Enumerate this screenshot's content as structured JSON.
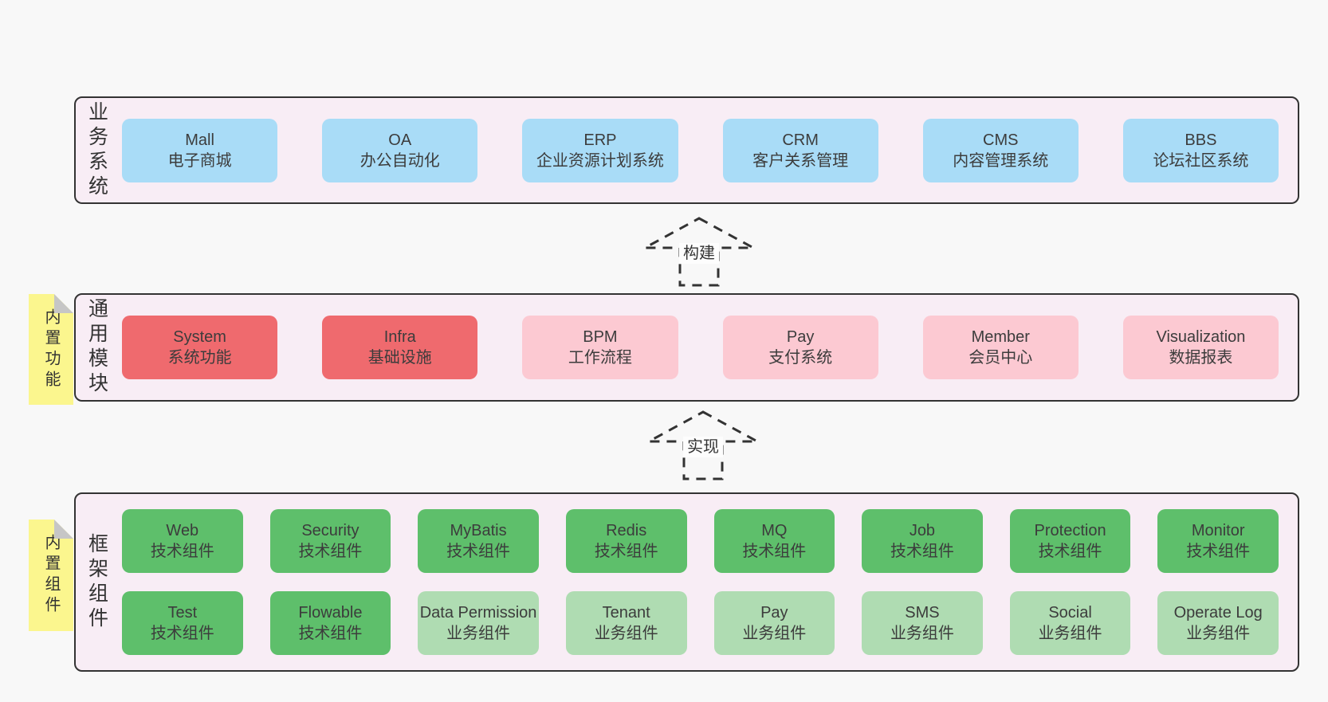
{
  "colors": {
    "page_bg": "#f8f8f8",
    "panel_bg": "#f8edf5",
    "panel_border": "#333333",
    "box_blue": "#a9dcf7",
    "box_red": "#ef6a6e",
    "box_pink": "#fcc9d2",
    "box_green_dark": "#5ebf6b",
    "box_green_light": "#afdcb2",
    "note_yellow": "#fbf68e",
    "note_fold_gray": "#c6c6c6",
    "text": "#3c3c3c"
  },
  "arrows": [
    {
      "label": "构建"
    },
    {
      "label": "实现"
    }
  ],
  "sections": {
    "business": {
      "label": "业务系统",
      "boxes": [
        {
          "title": "Mall",
          "subtitle": "电子商城",
          "variant": "blue"
        },
        {
          "title": "OA",
          "subtitle": "办公自动化",
          "variant": "blue"
        },
        {
          "title": "ERP",
          "subtitle": "企业资源计划系统",
          "variant": "blue"
        },
        {
          "title": "CRM",
          "subtitle": "客户关系管理",
          "variant": "blue"
        },
        {
          "title": "CMS",
          "subtitle": "内容管理系统",
          "variant": "blue"
        },
        {
          "title": "BBS",
          "subtitle": "论坛社区系统",
          "variant": "blue"
        }
      ]
    },
    "modules": {
      "label": "通用模块",
      "note": "内置功能",
      "boxes": [
        {
          "title": "System",
          "subtitle": "系统功能",
          "variant": "red"
        },
        {
          "title": "Infra",
          "subtitle": "基础设施",
          "variant": "red"
        },
        {
          "title": "BPM",
          "subtitle": "工作流程",
          "variant": "pink"
        },
        {
          "title": "Pay",
          "subtitle": "支付系统",
          "variant": "pink"
        },
        {
          "title": "Member",
          "subtitle": "会员中心",
          "variant": "pink"
        },
        {
          "title": "Visualization",
          "subtitle": "数据报表",
          "variant": "pink"
        }
      ]
    },
    "framework": {
      "label": "框架组件",
      "note": "内置组件",
      "row1": [
        {
          "title": "Web",
          "subtitle": "技术组件",
          "variant": "green"
        },
        {
          "title": "Security",
          "subtitle": "技术组件",
          "variant": "green"
        },
        {
          "title": "MyBatis",
          "subtitle": "技术组件",
          "variant": "green"
        },
        {
          "title": "Redis",
          "subtitle": "技术组件",
          "variant": "green"
        },
        {
          "title": "MQ",
          "subtitle": "技术组件",
          "variant": "green"
        },
        {
          "title": "Job",
          "subtitle": "技术组件",
          "variant": "green"
        },
        {
          "title": "Protection",
          "subtitle": "技术组件",
          "variant": "green"
        },
        {
          "title": "Monitor",
          "subtitle": "技术组件",
          "variant": "green"
        }
      ],
      "row2": [
        {
          "title": "Test",
          "subtitle": "技术组件",
          "variant": "green"
        },
        {
          "title": "Flowable",
          "subtitle": "技术组件",
          "variant": "green"
        },
        {
          "title": "Data Permission",
          "subtitle": "业务组件",
          "variant": "green-light"
        },
        {
          "title": "Tenant",
          "subtitle": "业务组件",
          "variant": "green-light"
        },
        {
          "title": "Pay",
          "subtitle": "业务组件",
          "variant": "green-light"
        },
        {
          "title": "SMS",
          "subtitle": "业务组件",
          "variant": "green-light"
        },
        {
          "title": "Social",
          "subtitle": "业务组件",
          "variant": "green-light"
        },
        {
          "title": "Operate Log",
          "subtitle": "业务组件",
          "variant": "green-light"
        }
      ]
    }
  }
}
